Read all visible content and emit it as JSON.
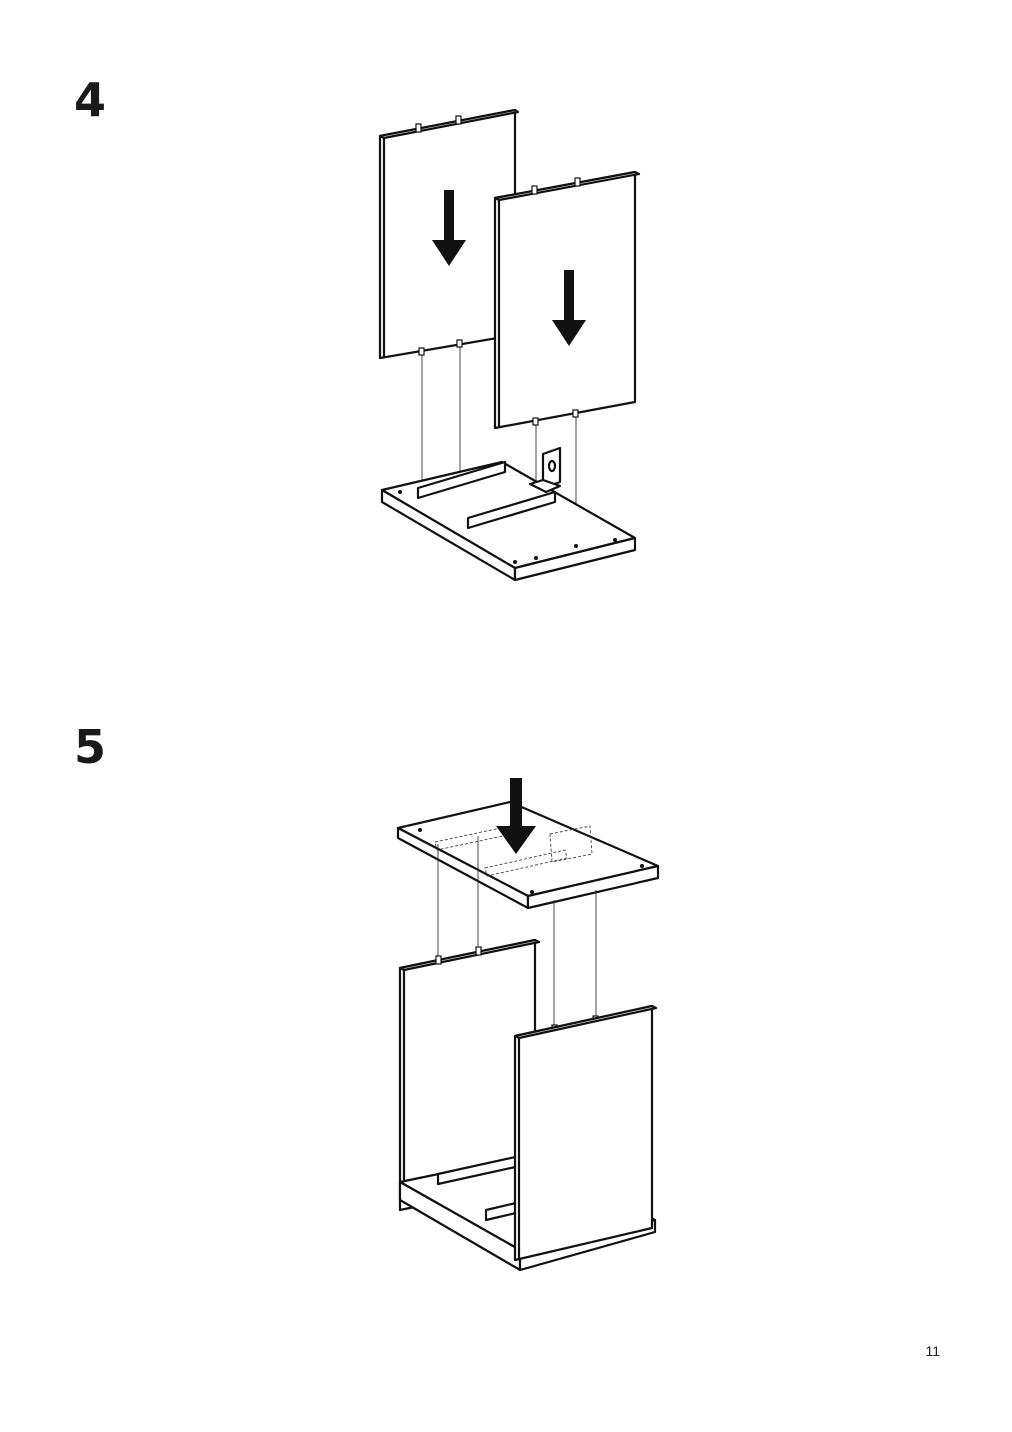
{
  "page": {
    "page_number": "11"
  },
  "steps": [
    {
      "number": "4",
      "illustration": "assemble-side-panels-onto-base"
    },
    {
      "number": "5",
      "illustration": "lower-top-panel-onto-frame"
    }
  ],
  "icons": {
    "down_arrow": "down-arrow-icon",
    "dowel": "wooden-dowel-icon",
    "bracket": "metal-bracket-icon"
  },
  "colors": {
    "ink": "#111111",
    "background": "#ffffff"
  }
}
